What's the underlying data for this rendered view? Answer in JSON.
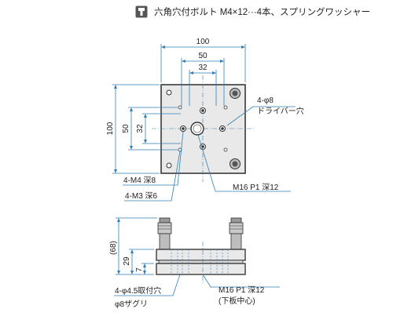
{
  "header": {
    "lock_icon": "screw-lock-icon",
    "text": "六角穴付ボルト M4×12···4本、スプリングワッシャー"
  },
  "top_view": {
    "dim_100_top": "100",
    "dim_50_top": "50",
    "dim_32_top": "32",
    "dim_100_left": "100",
    "dim_50_left": "50",
    "dim_32_left": "32",
    "label_phi8": "4-φ8",
    "label_driver_hole": "ドライバー穴",
    "label_m4": "4-M4 深8",
    "label_m3": "4-M3 深6",
    "label_m16": "M16 P1 深12"
  },
  "side_view": {
    "dim_68": "(68)",
    "dim_29": "29",
    "dim_7": "7",
    "label_bolt_hole": "4-φ4.5取付穴",
    "label_counterbore": "φ8ザグリ",
    "label_m16": "M16 P1 深12",
    "label_lower_center": "(下板中心)"
  },
  "colors": {
    "dimension": "#2e7fb8",
    "plate": "#3a3a3a",
    "plate_fill": "#e9e9e9"
  }
}
